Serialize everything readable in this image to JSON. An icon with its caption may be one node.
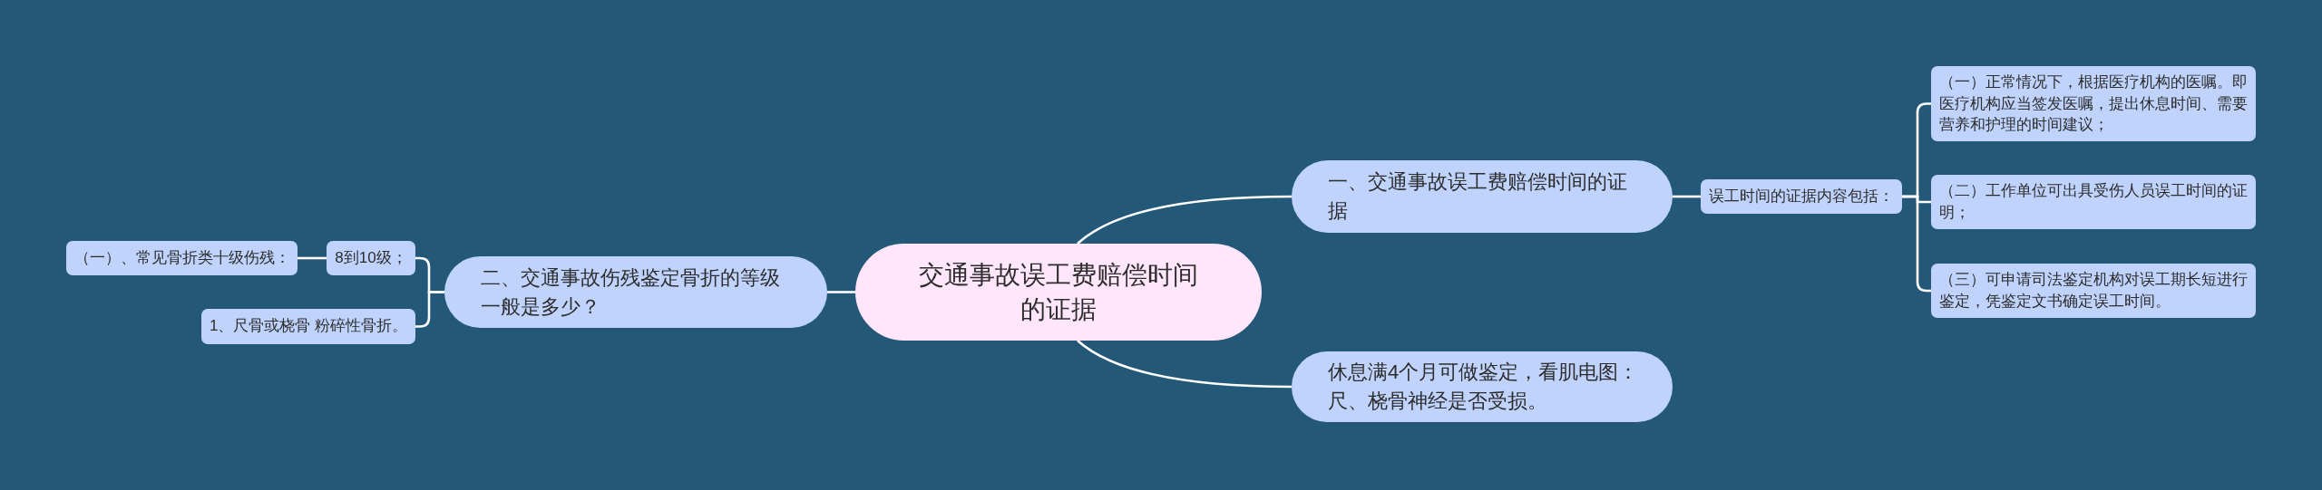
{
  "diagram": {
    "nodes": [
      {
        "text": [
          "交通事故误工费赔偿时间的证据"
        ]
      },
      {
        "text": [
          "一、交通事故误工费赔偿时间的证据"
        ]
      },
      {
        "text": [
          "误工时间的证据内容包括："
        ]
      },
      {
        "text": [
          "（一）正常情况下，根据医疗机构的医嘱。即医疗机构应当签发医嘱，提出休息时间、需要营养和护理的时间建议；"
        ]
      },
      {
        "text": [
          "（二）工作单位可出具受伤人员误工时间的证明；"
        ]
      },
      {
        "text": [
          "（三）可申请司法鉴定机构对误工期长短进行鉴定，凭鉴定文书确定误工时间。"
        ]
      },
      {
        "text": [
          "休息满4个月可做鉴定，看肌电图：尺、桡骨神经是否受损。"
        ]
      },
      {
        "text": [
          "二、交通事故伤残鉴定骨折的等级一般是多少？"
        ]
      },
      {
        "text": [
          "8到10级；"
        ]
      },
      {
        "text": [
          "（一）、常见骨折类十级伤残："
        ]
      },
      {
        "text": [
          "1、尺骨或桡骨 粉碎性骨折。"
        ]
      }
    ],
    "edges": [
      {
        "from": 0,
        "to": 1,
        "arrow": "none"
      },
      {
        "from": 1,
        "to": 2,
        "arrow": "none"
      },
      {
        "from": 2,
        "to": 3,
        "arrow": "none"
      },
      {
        "from": 2,
        "to": 4,
        "arrow": "none"
      },
      {
        "from": 2,
        "to": 5,
        "arrow": "none"
      },
      {
        "from": 0,
        "to": 6,
        "arrow": "none"
      },
      {
        "from": 0,
        "to": 7,
        "arrow": "none"
      },
      {
        "from": 7,
        "to": 8,
        "arrow": "none"
      },
      {
        "from": 8,
        "to": 9,
        "arrow": "none"
      },
      {
        "from": 7,
        "to": 10,
        "arrow": "none"
      }
    ]
  }
}
